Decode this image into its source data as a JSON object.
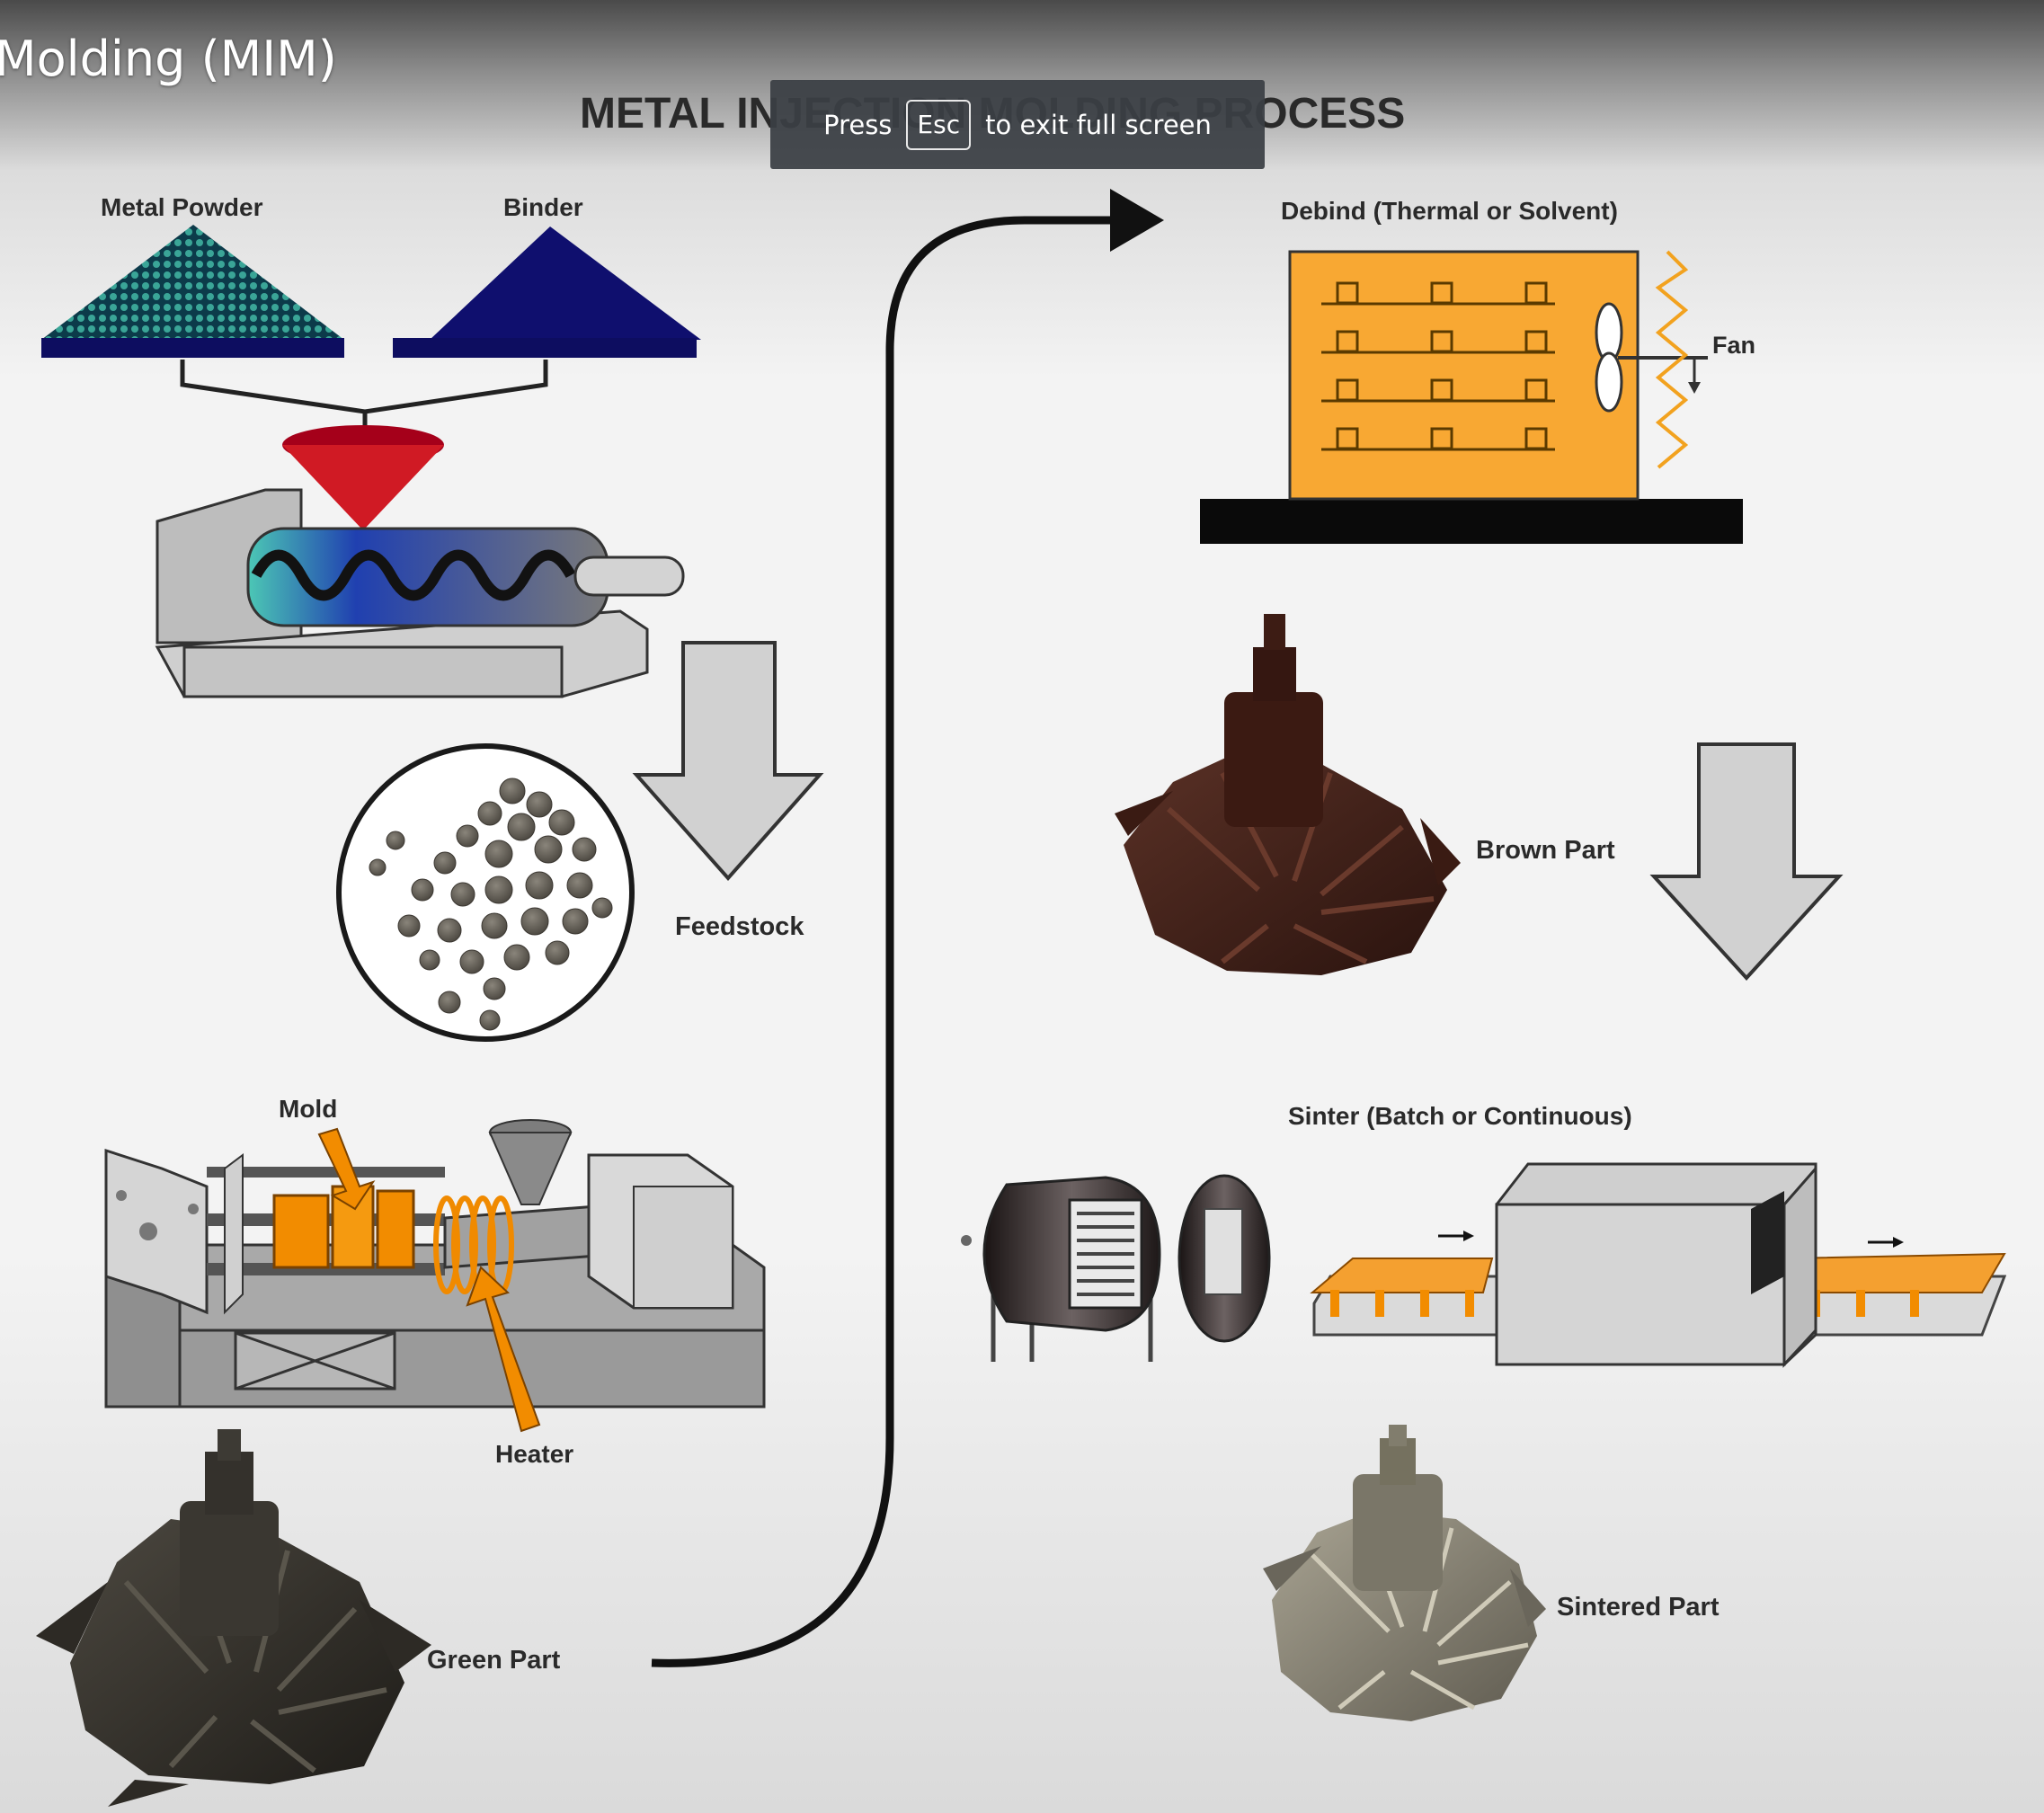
{
  "video": {
    "title": "Molding (MIM)"
  },
  "diagram": {
    "title": "METAL INJECTION MOLDING PROCESS",
    "labels": {
      "metal_powder": "Metal Powder",
      "binder": "Binder",
      "feedstock": "Feedstock",
      "mold": "Mold",
      "heater": "Heater",
      "green_part": "Green Part",
      "debind": "Debind (Thermal or Solvent)",
      "fan": "Fan",
      "brown_part": "Brown Part",
      "sinter": "Sinter (Batch or Continuous)",
      "sintered_part": "Sintered Part"
    }
  },
  "fullscreen_toast": {
    "press": "Press",
    "key": "Esc",
    "message": "to exit full screen"
  }
}
